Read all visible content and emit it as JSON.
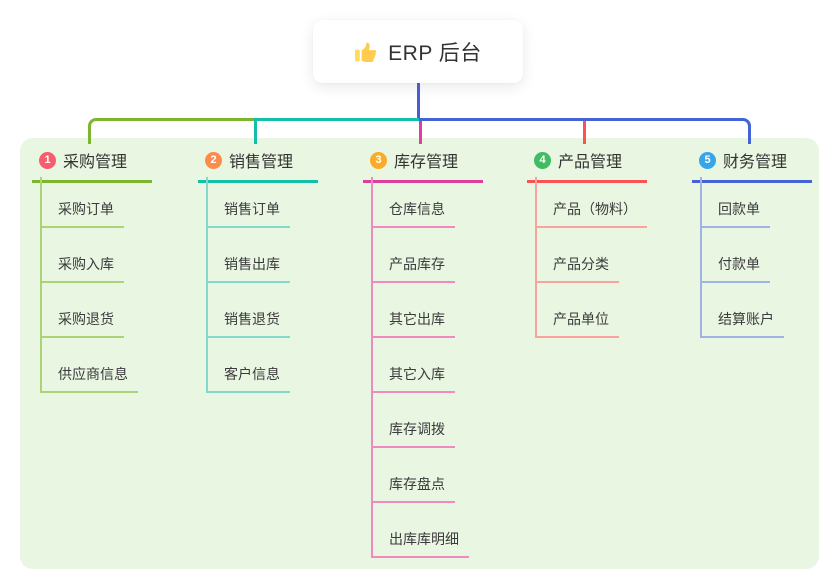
{
  "root": {
    "title": "ERP 后台",
    "icon": "thumbs-up-icon"
  },
  "colors": {
    "page_bg": "#FFFFFF",
    "panel_bg": "#E9F6E2",
    "root_connector": "#4A5CD3",
    "text": "#3B3B3D"
  },
  "branches": [
    {
      "badge": "1",
      "title": "采购管理",
      "color": "#7DB52E",
      "color_light": "#ABD378",
      "badge_color": "#F75D6D",
      "children": [
        "采购订单",
        "采购入库",
        "采购退货",
        "供应商信息"
      ]
    },
    {
      "badge": "2",
      "title": "销售管理",
      "color": "#12BFA9",
      "color_light": "#85D8CC",
      "badge_color": "#FB8C4E",
      "children": [
        "销售订单",
        "销售出库",
        "销售退货",
        "客户信息"
      ]
    },
    {
      "badge": "3",
      "title": "库存管理",
      "color": "#DE3F9E",
      "color_light": "#F08BC1",
      "badge_color": "#FBAC27",
      "children": [
        "仓库信息",
        "产品库存",
        "其它出库",
        "其它入库",
        "库存调拨",
        "库存盘点",
        "出库库明细"
      ]
    },
    {
      "badge": "4",
      "title": "产品管理",
      "color": "#FA5355",
      "color_light": "#F9A29E",
      "badge_color": "#3FBD60",
      "children": [
        "产品（物料）",
        "产品分类",
        "产品单位"
      ]
    },
    {
      "badge": "5",
      "title": "财务管理",
      "color": "#4463D5",
      "color_light": "#9FB3E6",
      "badge_color": "#38A5E9",
      "children": [
        "回款单",
        "付款单",
        "结算账户"
      ]
    }
  ]
}
